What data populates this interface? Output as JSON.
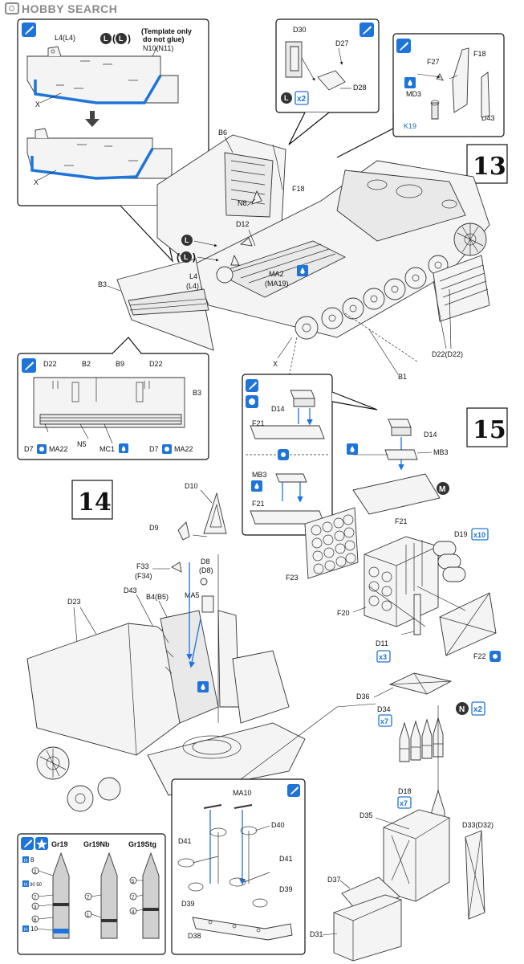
{
  "header": {
    "watermark": "HOBBY SEARCH"
  },
  "steps": {
    "s13": "13",
    "s14": "14",
    "s15": "15"
  },
  "template_note": {
    "line1": "(Template only",
    "line2": "do not glue)",
    "line3": "N10(N11)"
  },
  "badges": {
    "L": "L",
    "L_paren": "(L)",
    "M": "M",
    "N": "N",
    "x2": "x2",
    "x3": "x3",
    "x7": "x7",
    "x10": "x10"
  },
  "labels": {
    "L4_L4": "L4(L4)",
    "X": "X",
    "D30": "D30",
    "D27": "D27",
    "D28": "D28",
    "F27": "F27",
    "F18": "F18",
    "MD3": "MD3",
    "K19": "K19",
    "D43": "D43",
    "B6": "B6",
    "N8": "N8",
    "D12": "D12",
    "L4": "L4",
    "L4p": "(L4)",
    "MA2": "MA2",
    "MA19": "(MA19)",
    "B3": "B3",
    "D22_D22": "D22(D22)",
    "B1": "B1",
    "D22": "D22",
    "B2": "B2",
    "B9": "B9",
    "D7": "D7",
    "MA22": "MA22",
    "N5": "N5",
    "MC1": "MC1",
    "D14": "D14",
    "F21": "F21",
    "MB3": "MB3",
    "D10": "D10",
    "D9": "D9",
    "F33": "F33",
    "F34": "(F34)",
    "D8": "D8",
    "D8p": "(D8)",
    "D43b": "D43",
    "B4_B5": "B4(B5)",
    "MA5": "MA5",
    "D23": "D23",
    "D19": "D19",
    "F23": "F23",
    "F20": "F20",
    "D11": "D11",
    "F22": "F22",
    "D36": "D36",
    "D34": "D34",
    "D18": "D18",
    "D35": "D35",
    "D33_D32": "D33(D32)",
    "D37": "D37",
    "D31": "D31",
    "MA10": "MA10",
    "D40": "D40",
    "D41": "D41",
    "D39": "D39",
    "D38": "D38"
  },
  "shells": {
    "names": [
      "Gr19",
      "Gr19Nb",
      "Gr19Stg"
    ],
    "callouts": {
      "H8": "H",
      "H8v": "8",
      "c2": "2",
      "H30_50": "H",
      "H30_50v": "30 50",
      "c7": "7",
      "c3": "3",
      "c6": "6",
      "H10": "H",
      "H10v": "10",
      "c1": "1",
      "c5": "5",
      "c4": "4"
    }
  },
  "colors": {
    "accent": "#1e74d8",
    "ink": "#111111"
  }
}
